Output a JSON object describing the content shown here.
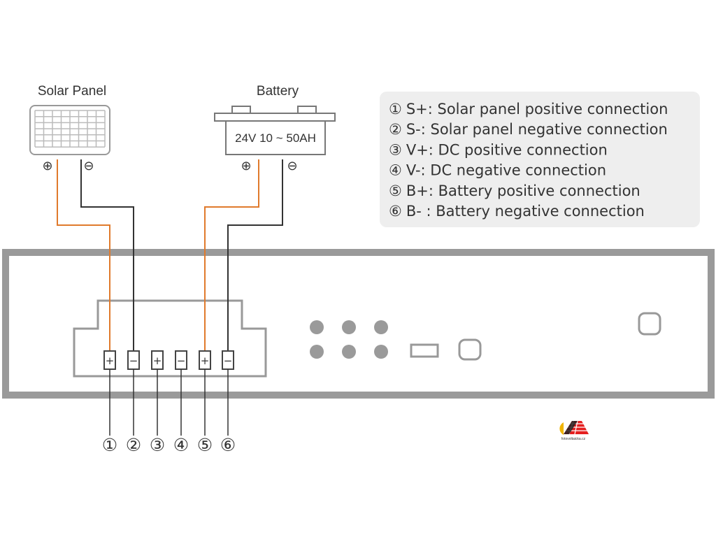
{
  "solar_panel": {
    "title": "Solar Panel",
    "plus": "⊕",
    "minus": "⊖"
  },
  "battery": {
    "title": "Battery",
    "spec": "24V 10 ~ 50AH",
    "plus": "⊕",
    "minus": "⊖"
  },
  "legend": [
    {
      "num": "①",
      "text": "S+: Solar panel positive connection"
    },
    {
      "num": "②",
      "text": "S-:  Solar panel negative connection"
    },
    {
      "num": "③",
      "text": "V+: DC positive connection"
    },
    {
      "num": "④",
      "text": "V-:  DC negative connection"
    },
    {
      "num": "⑤",
      "text": "B+: Battery positive connection"
    },
    {
      "num": "⑥",
      "text": "B- : Battery negative connection"
    }
  ],
  "terminals": [
    {
      "sign": "+",
      "num": "①"
    },
    {
      "sign": "−",
      "num": "②"
    },
    {
      "sign": "+",
      "num": "③"
    },
    {
      "sign": "−",
      "num": "④"
    },
    {
      "sign": "+",
      "num": "⑤"
    },
    {
      "sign": "−",
      "num": "⑥"
    }
  ],
  "logo": {
    "text": "fotovoltaicka.cz"
  },
  "colors": {
    "positive_wire": "#e07a2c",
    "negative_wire": "#333333",
    "device": "#9a9a9a",
    "legend_bg": "#eeeeee"
  }
}
